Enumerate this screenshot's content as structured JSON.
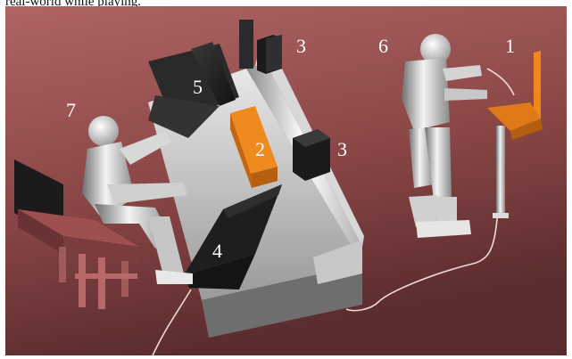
{
  "caption": "real-world while playing.",
  "labels": {
    "n1": "1",
    "n2": "2",
    "n3a": "3",
    "n3b": "3",
    "n4": "4",
    "n5": "5",
    "n6": "6",
    "n7": "7"
  },
  "colors": {
    "background_top": "#a85a5a",
    "background_bottom": "#5e2f31",
    "device_orange": "#e07a18",
    "cable": "#f0d8d8"
  }
}
